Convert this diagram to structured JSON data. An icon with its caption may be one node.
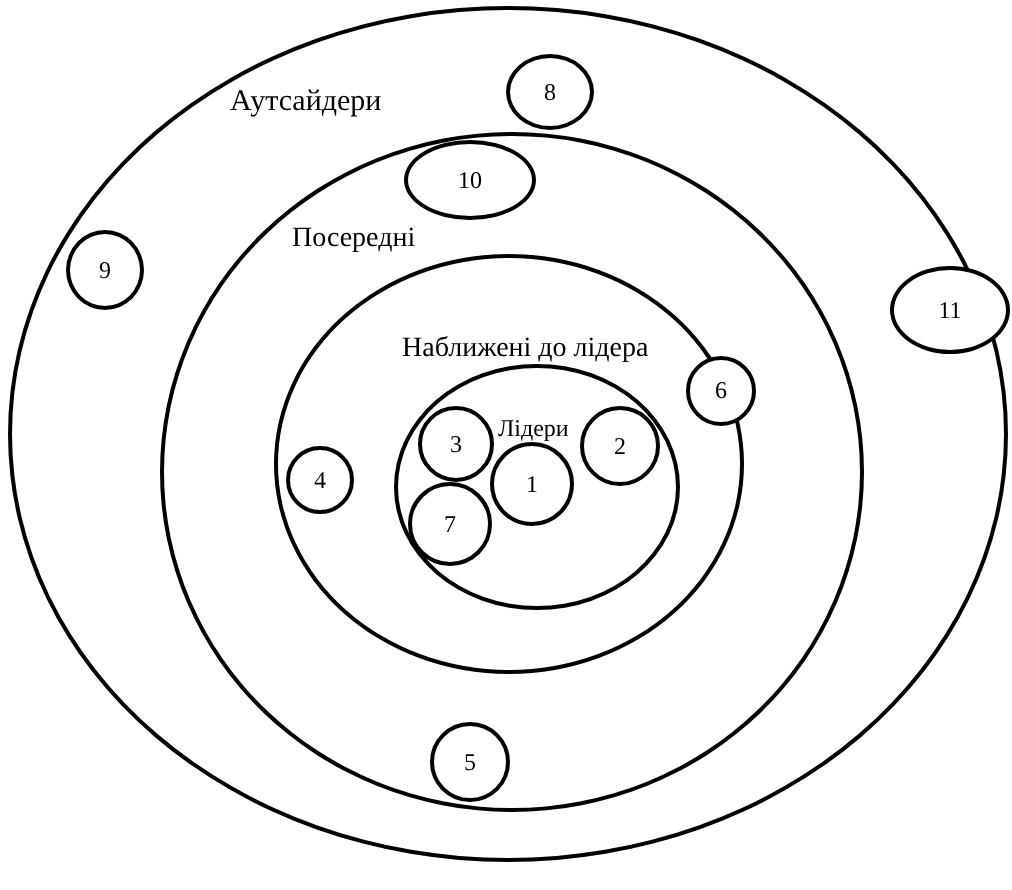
{
  "diagram": {
    "nodes": [
      {
        "text": [
          "Аутсайдери"
        ]
      },
      {
        "text": [
          "Посередні"
        ],
        "in": 0
      },
      {
        "text": [
          "Наближені до лідера"
        ],
        "in": 1
      },
      {
        "text": [
          "Лідери"
        ],
        "in": 2
      },
      {
        "text": [
          "8"
        ],
        "in": 0
      },
      {
        "text": [
          "10"
        ],
        "in": 1
      },
      {
        "text": [
          "9"
        ],
        "in": 0
      },
      {
        "text": [
          "11"
        ],
        "in": 0
      },
      {
        "text": [
          "6"
        ],
        "in": 1
      },
      {
        "text": [
          "3"
        ],
        "in": 3
      },
      {
        "text": [
          "2"
        ],
        "in": 3
      },
      {
        "text": [
          "4"
        ],
        "in": 2
      },
      {
        "text": [
          "1"
        ],
        "in": 3
      },
      {
        "text": [
          "7"
        ],
        "in": 3
      },
      {
        "text": [
          "5"
        ],
        "in": 1
      }
    ]
  }
}
